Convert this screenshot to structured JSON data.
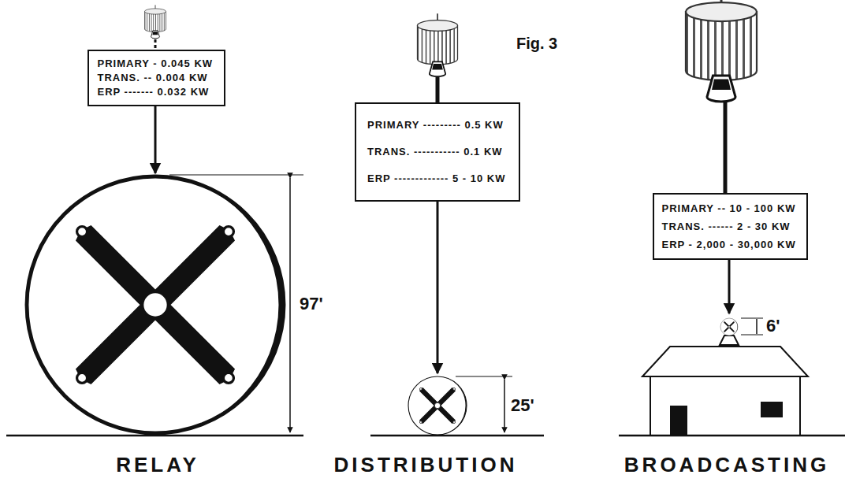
{
  "diagram": {
    "nodes": [
      {
        "text": [
          "PRIMARY - 0.045 KW",
          "TRANS. -- 0.004 KW",
          "ERP ------- 0.032 KW"
        ]
      },
      {
        "text": [
          "PRIMARY --------- 0.5 KW",
          "TRANS. ----------- 0.1 KW",
          "ERP ------------- 5 - 10 KW"
        ]
      },
      {
        "text": [
          "PRIMARY -- 10 - 100 KW",
          "TRANS. ------ 2 - 30 KW",
          "ERP - 2,000 - 30,000 KW"
        ]
      }
    ],
    "labels": [
      "Fig. 3",
      "97'",
      "25'",
      "6'",
      "RELAY",
      "DISTRIBUTION",
      "BROADCASTING"
    ]
  }
}
